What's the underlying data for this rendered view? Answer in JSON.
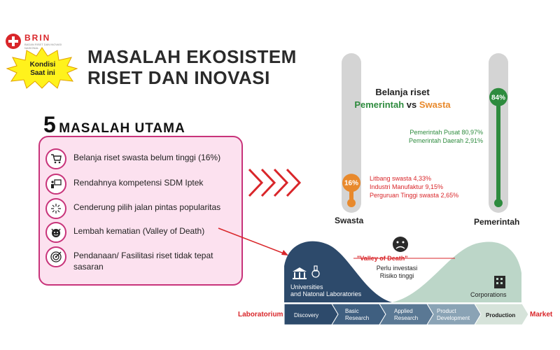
{
  "logo": {
    "name": "BRIN",
    "subtitle": "BADAN RISET DAN INOVASI NASIONAL"
  },
  "badge": {
    "line1": "Kondisi",
    "line2": "Saat ini"
  },
  "title": {
    "line1": "MASALAH EKOSISTEM",
    "line2": "RISET DAN INOVASI"
  },
  "problems_heading": {
    "number": "5",
    "text": "MASALAH UTAMA"
  },
  "problems": [
    {
      "icon": "shopping-cart-icon",
      "text": "Belanja riset swasta belum tinggi (16%)"
    },
    {
      "icon": "presenter-board-icon",
      "text": "Rendahnya kompetensi SDM Iptek"
    },
    {
      "icon": "fireworks-icon",
      "text": "Cenderung pilih jalan pintas popularitas"
    },
    {
      "icon": "devil-face-icon",
      "text": "Lembah kematian (Valley of Death)"
    },
    {
      "icon": "target-icon",
      "text": "Pendanaan/ Fasilitasi riset tidak tepat sasaran"
    }
  ],
  "colors": {
    "pink_border": "#c8337a",
    "pink_fill": "#fce1ef",
    "green": "#2e8b3e",
    "orange": "#e8892c",
    "red": "#d9262a",
    "navy": "#2d4a6b"
  },
  "spending": {
    "title_line1": "Belanja riset",
    "pemerintah_word": "Pemerintah",
    "vs_word": " vs ",
    "swasta_word": "Swasta",
    "swasta": {
      "label": "Swasta",
      "percent_label": "16%",
      "level": 16
    },
    "pemerintah": {
      "label": "Pemerintah",
      "percent_label": "84%",
      "level": 84
    },
    "pemerintah_items": [
      "Pemerintah Pusat 80,97%",
      "Pemerintah Daerah 2,91%"
    ],
    "swasta_items": [
      "Litbang swasta 4,33%",
      "Industri Manufaktur 9,15%",
      "Perguruan Tinggi swasta 2,65%"
    ]
  },
  "valley": {
    "valley_label": "\"Valley of Death\"",
    "note_line1": "Perlu investasi",
    "note_line2": "Risiko tinggi",
    "left_label_line1": "Universities",
    "left_label_line2": "and Natonal Laboratories",
    "right_label": "Corporations",
    "start_label": "Laboratorium",
    "end_label": "Market",
    "stages": [
      {
        "line1": "Discovery",
        "line2": ""
      },
      {
        "line1": "Basic",
        "line2": "Research"
      },
      {
        "line1": "Applied",
        "line2": "Research"
      },
      {
        "line1": "Product",
        "line2": "Development"
      },
      {
        "line1": "Production",
        "line2": ""
      }
    ]
  }
}
